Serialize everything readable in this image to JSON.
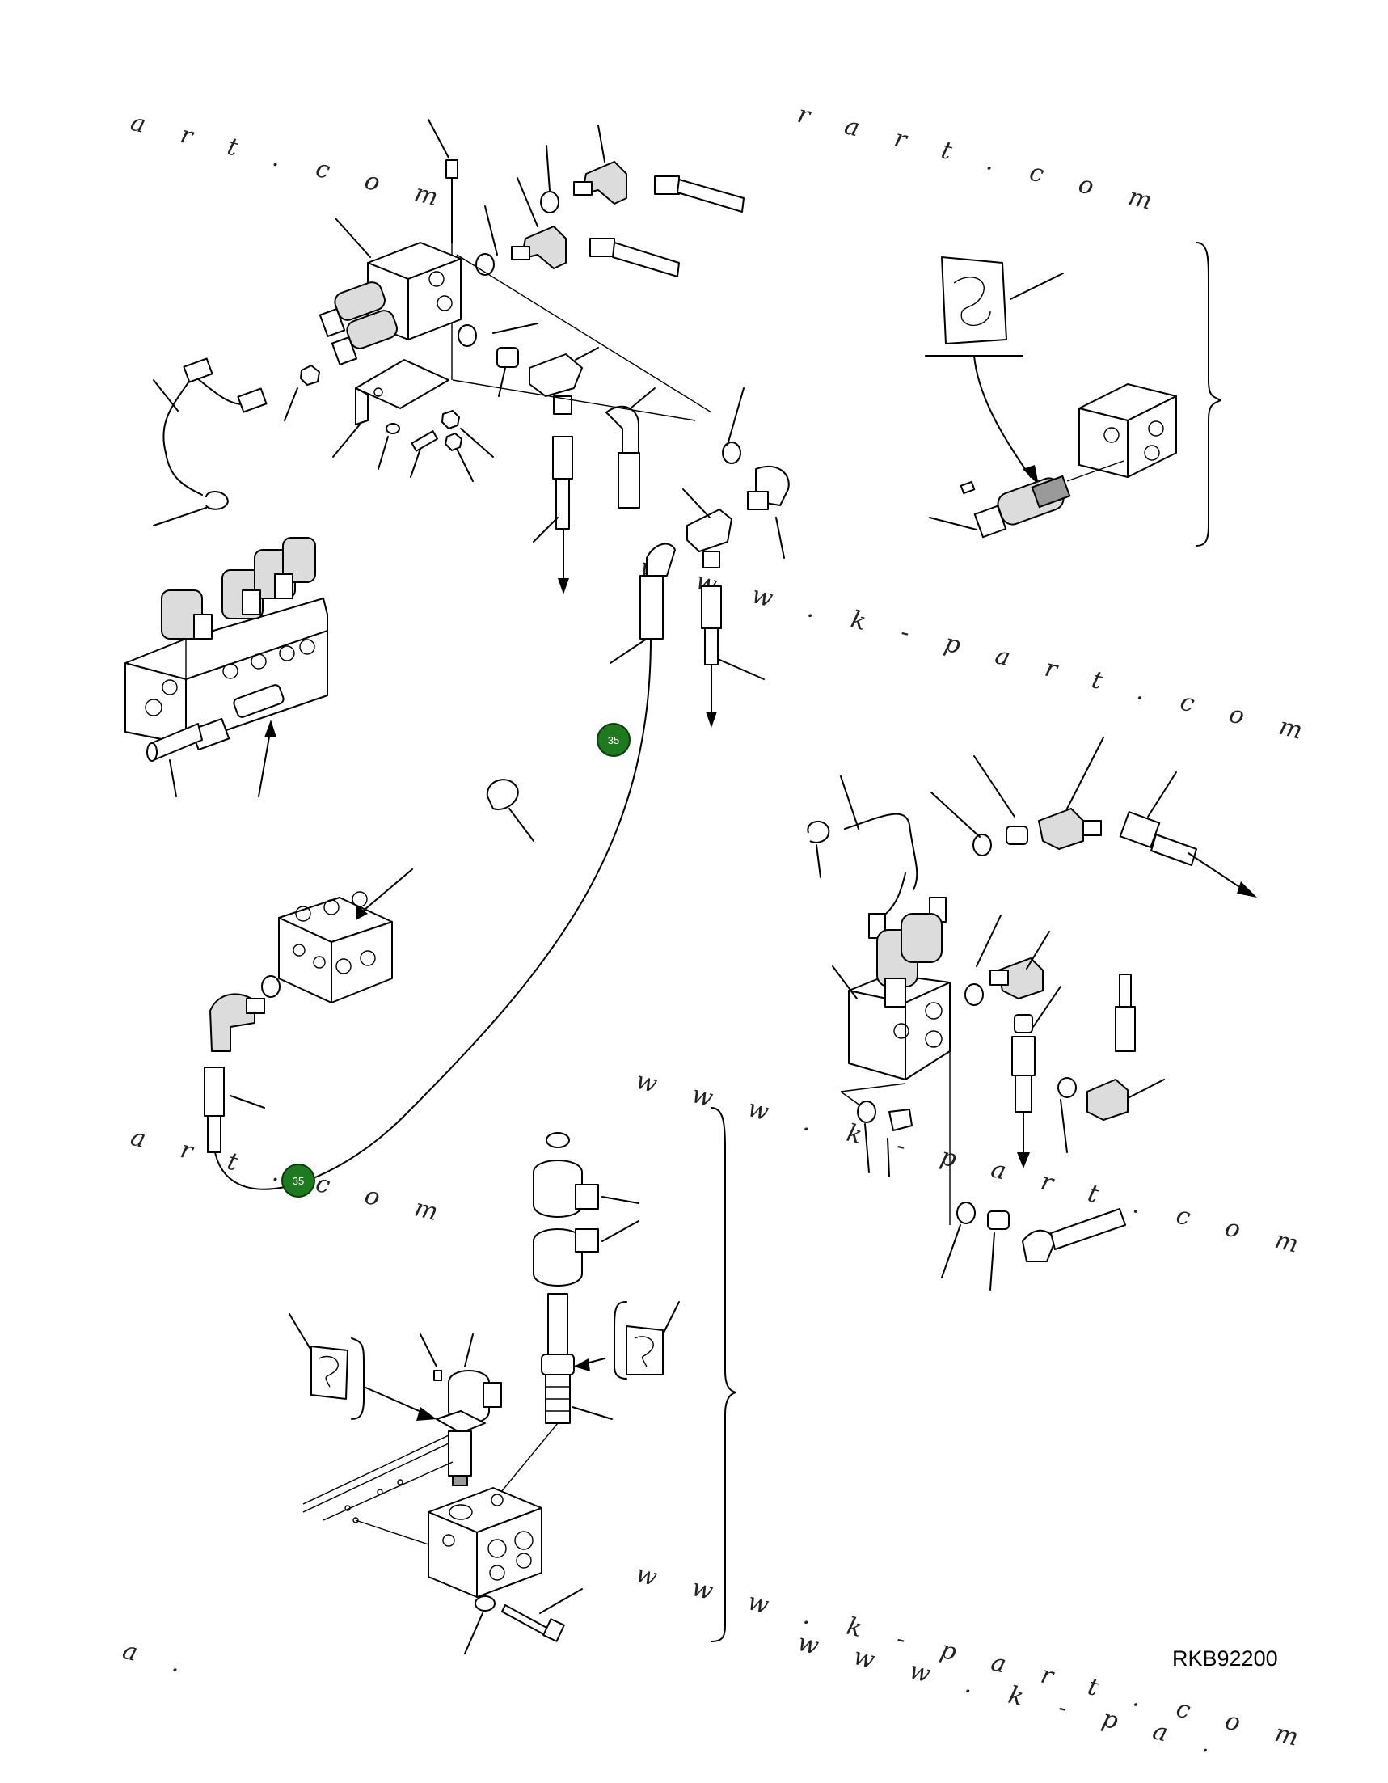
{
  "drawing_code": "RKB92200",
  "badges": [
    {
      "id": "badge-35-upper",
      "label": "35"
    },
    {
      "id": "badge-35-lower",
      "label": "35"
    }
  ],
  "watermarks": [
    "a r t . c o m",
    "r a r t . c o m",
    "w w w . k - p a r t . c o m",
    "a r t . c o m",
    "w w w . k - p a r t . c o m",
    "w w w . k - p a r t . c o m",
    "a .",
    "w w w . k - p a ."
  ],
  "colors": {
    "badge_fill": "#1e7a1e",
    "line": "#000000",
    "background": "#ffffff"
  },
  "icons": [
    "sealant-tube-icon",
    "hydraulic-valve-block",
    "solenoid-valve",
    "hose-fitting",
    "elbow-fitting",
    "wire-harness",
    "clamp"
  ]
}
